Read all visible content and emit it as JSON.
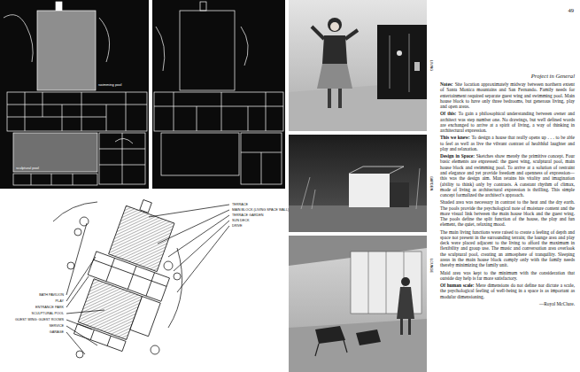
{
  "diagram": {
    "title": "Project in General",
    "labels": [
      "49",
      "Notes:",
      "Site location approximately midway between northern extent of Santa Monica mountains and San Fernando. Family needs for entertainment required separate guest wing and swimming pool. Main house block to have only three bedrooms, but generous living, play and open areas.",
      "Of this:",
      "To gain a philosophical understanding between owner and architect was step number one. No drawings, but well defined words are exchanged to arrive at a spirit of living, a way of thinking in architectural expression.",
      "This we knew:",
      "To design a house that really opens up . . . to be able to feel as well as live the vibrant contrast of healthful laughter and play and relaxation.",
      "Design in Space:",
      "Sketches show merely the primitive concept. Four basic elements are expressed: the guest wing, sculptural pool, main house block and swimming pool. To arrive at a solution of restraint and elegance and yet provide freedom and openness of expression—this was the design aim. Man retains his vitality and imagination (ability to think) only by contrasts. A constant rhythm of climax, mode of living as architectural expression is thrilling. This simple concept formalized the architect's approach.",
      "Shaded area was necessary in contrast to the heat and the dry earth. The pools provide the psychological note of moisture content and the more visual link between the main house block and the guest wing. The pools define the split function of the house, the play and fun element, the quiet, relaxing mood.",
      "The main living functions were raised to create a feeling of depth and space not present in the surrounding terrain; the lounge area and play deck were placed adjacent to the living to afford the maximum in flexibility and group use. The music and conversation area overlook the sculptural pool, creating an atmosphere of tranquility. Sleeping areas in the main house block comply only with the family needs thereby minimizing the family unit.",
      "Maid area was kept to the minimum with the consideration that outside day help is far more satisfactory.",
      "Of human scale:",
      "Mere dimensions do not define nor dictate a scale, the psychological feeling of well-being in a space is as important as modular dimensioning.",
      "—Royal McClure.",
      "swimming pool",
      "sculptural pool",
      "TERRACE",
      "MAIN BLOCK (LIVING SPACE WALL)",
      "TERRACE GARDEN",
      "SUN DECK",
      "DRIVE",
      "BATH PAVILION",
      "PLAY",
      "ENTRANCE PARK",
      "SCULPTURAL POOL",
      "GUEST WING: GUEST ROOMS",
      "SERVICE",
      "GARAGE",
      "LIVING",
      "GARDEN",
      "LOUNGE"
    ]
  }
}
